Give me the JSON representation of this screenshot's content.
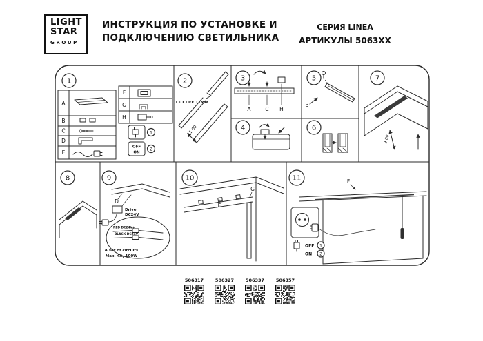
{
  "logo": {
    "line1": "LIGHT",
    "line2": "STAR",
    "line3": "GROUP"
  },
  "header": {
    "title_line1": "ИНСТРУКЦИЯ ПО УСТАНОВКЕ И",
    "title_line2": "ПОДКЛЮЧЕНИЮ СВЕТИЛЬНИКА",
    "series": "СЕРИЯ LINEA",
    "articles": "АРТИКУЛЫ 5063XX"
  },
  "diagram": {
    "panel1": {
      "number": "1",
      "part_letters_left": [
        "A",
        "B",
        "C",
        "D",
        "E"
      ],
      "part_letters_right": [
        "F",
        "G",
        "H"
      ],
      "switch": {
        "off": "OFF",
        "on": "ON",
        "step1": "1",
        "step2": "2"
      }
    },
    "panel2": {
      "number": "2",
      "cut_note": "CUT OFF 11MM",
      "dimension": "11.00"
    },
    "panel3": {
      "number": "3",
      "label_a": "A",
      "label_c": "C",
      "label_h": "H"
    },
    "panel4": {
      "number": "4"
    },
    "panel5": {
      "number": "5",
      "label_b": "B"
    },
    "panel6": {
      "number": "6"
    },
    "panel7": {
      "number": "7",
      "dimension": "9.00"
    },
    "panel8": {
      "number": "8"
    },
    "panel9": {
      "number": "9",
      "label_d": "D",
      "driver_line1": "Drive",
      "driver_line2": "DC24V",
      "wire_red": "RED DC24V+",
      "wire_black": "BLACK DC24V-",
      "note_line1": "A set of circuits",
      "note_line2": "Max. 4A, 100W"
    },
    "panel10": {
      "number": "10",
      "label_g": "G",
      "label_e": "E"
    },
    "panel11": {
      "number": "11",
      "label_f": "F",
      "switch": {
        "off": "OFF",
        "on": "ON",
        "step1": "1",
        "step2": "2"
      }
    }
  },
  "qr": {
    "items": [
      {
        "code": "506317"
      },
      {
        "code": "506327"
      },
      {
        "code": "506337"
      },
      {
        "code": "506357"
      }
    ]
  }
}
